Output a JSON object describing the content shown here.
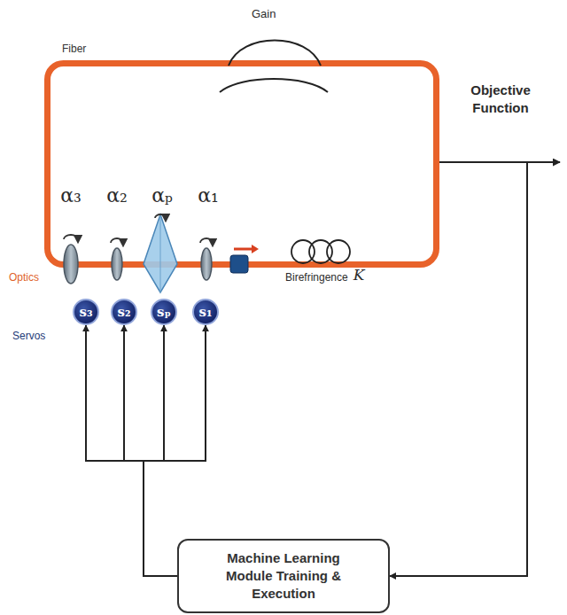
{
  "diagram": {
    "nodes": [
      {
        "text": [
          "Fiber"
        ]
      },
      {
        "text": [
          "s₃"
        ]
      },
      {
        "text": [
          "s₂"
        ]
      },
      {
        "text": [
          "sₚ"
        ]
      },
      {
        "text": [
          "s₁"
        ]
      },
      {
        "text": [
          "Machine Learning Module Training & Execution"
        ]
      }
    ],
    "edges": [
      {
        "from": 0,
        "to": 5,
        "label": "Objective Function",
        "arrow": "to"
      },
      {
        "from": 5,
        "to": 1,
        "arrow": "to"
      },
      {
        "from": 5,
        "to": 2,
        "arrow": "to"
      },
      {
        "from": 5,
        "to": 3,
        "arrow": "to"
      },
      {
        "from": 5,
        "to": 4,
        "arrow": "to"
      }
    ],
    "labels": [
      "Gain",
      "α₃",
      "α₂",
      "αₚ",
      "α₁",
      "Optics",
      "Servos",
      "Birefringence",
      "K"
    ]
  }
}
